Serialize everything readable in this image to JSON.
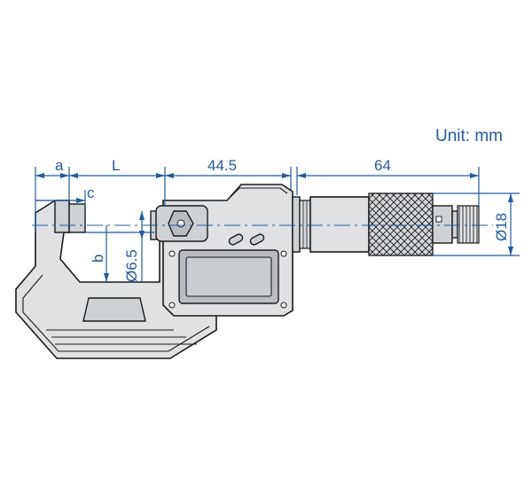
{
  "unit_label": "Unit: mm",
  "dimensions": {
    "a": "a",
    "L": "L",
    "c": "c",
    "b": "b",
    "frame_length": "44.5",
    "thimble_length": "64",
    "anvil_diameter": "Ø6.5",
    "thimble_diameter": "Ø18"
  },
  "colors": {
    "dimension": "#1f5aa6",
    "outline": "#1a1a1a",
    "body_fill": "#dfe1e3"
  }
}
